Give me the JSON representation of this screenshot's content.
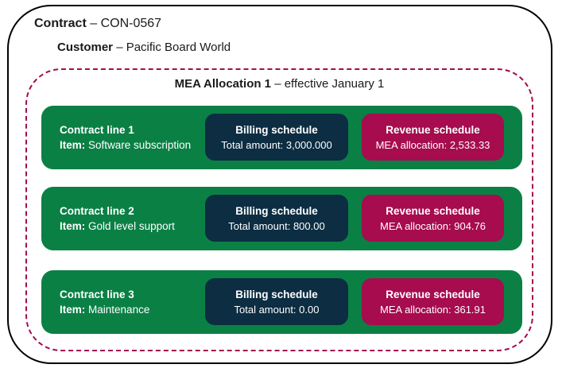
{
  "contract": {
    "label": "Contract",
    "rest": "– CON-0567"
  },
  "customer": {
    "label": "Customer",
    "rest": "– Pacific Board World"
  },
  "mea": {
    "title": "MEA Allocation 1",
    "rest": "– effective January 1"
  },
  "rows": [
    {
      "line_label": "Contract line 1",
      "item_label": "Item:",
      "item_value": "Software subscription",
      "billing_title": "Billing schedule",
      "billing_label": "Total amount:",
      "billing_value": "3,000.000",
      "revenue_title": "Revenue schedule",
      "revenue_label": "MEA allocation:",
      "revenue_value": "2,533.33"
    },
    {
      "line_label": "Contract line 2",
      "item_label": "Item:",
      "item_value": "Gold level support",
      "billing_title": "Billing schedule",
      "billing_label": "Total amount:",
      "billing_value": "800.00",
      "revenue_title": "Revenue schedule",
      "revenue_label": "MEA allocation:",
      "revenue_value": "904.76"
    },
    {
      "line_label": "Contract line 3",
      "item_label": "Item:",
      "item_value": "Maintenance",
      "billing_title": "Billing schedule",
      "billing_label": "Total amount:",
      "billing_value": "0.00",
      "revenue_title": "Revenue schedule",
      "revenue_label": "MEA allocation:",
      "revenue_value": "361.91"
    }
  ],
  "colors": {
    "green_row": "#0A8045",
    "billing_navy": "#0C2D42",
    "revenue_crimson": "#A60C4E",
    "dashed_border": "#A20D4F",
    "outer_border": "#000000",
    "box_text": "#ffffff",
    "header_text": "#1a1a1a"
  }
}
